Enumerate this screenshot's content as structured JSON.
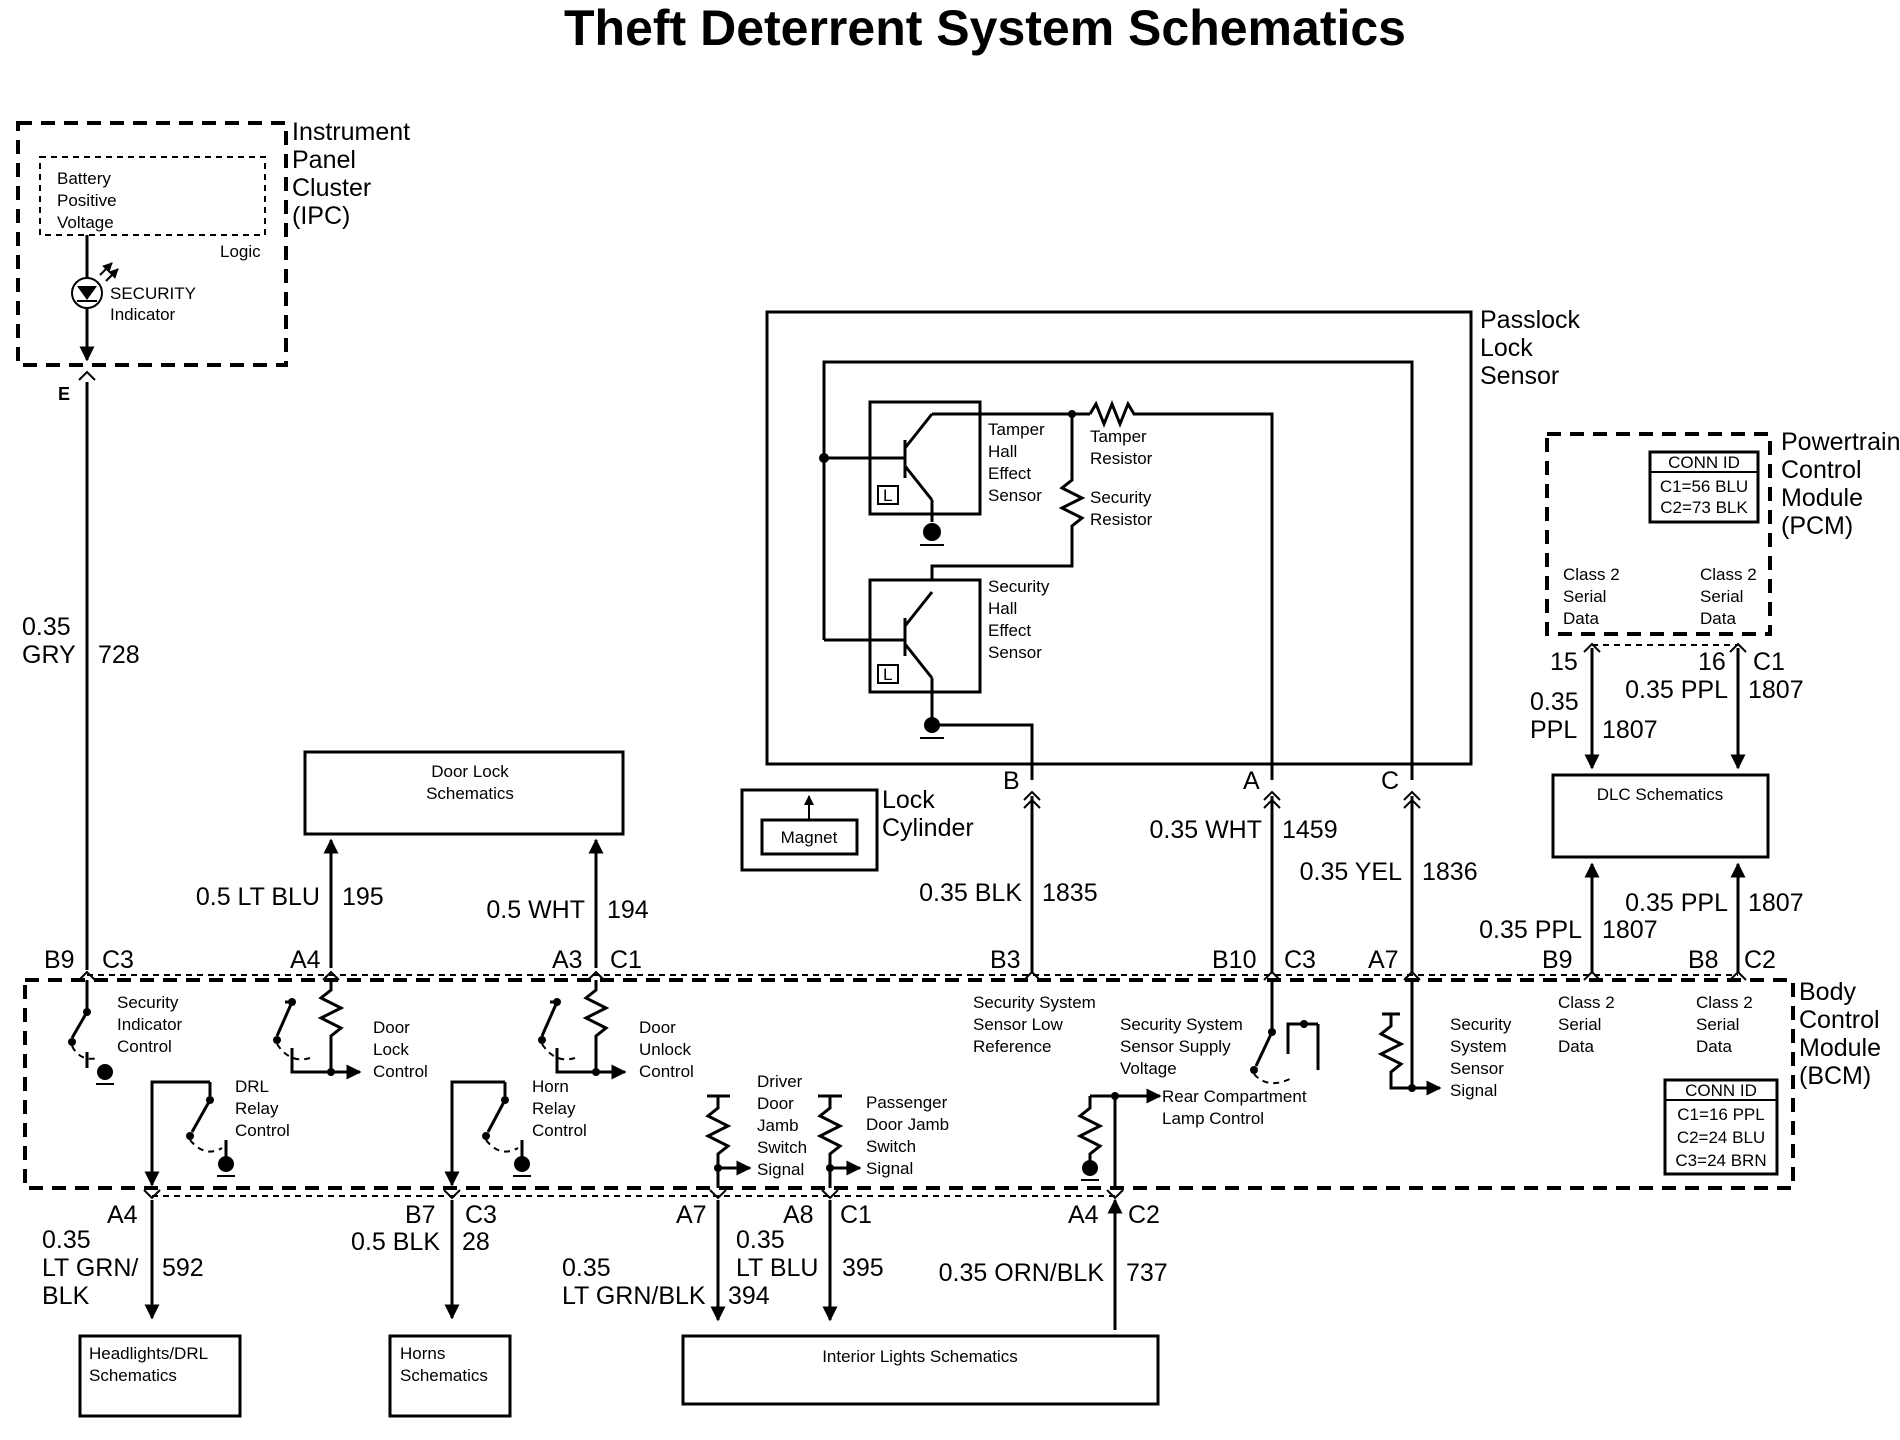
{
  "title": "Theft Deterrent System Schematics",
  "ipc": {
    "name_lines": [
      "Instrument",
      "Panel",
      "Cluster",
      "(IPC)"
    ],
    "battery_lines": [
      "Battery",
      "Positive",
      "Voltage"
    ],
    "logic": "Logic",
    "indicator_lines": [
      "SECURITY",
      "Indicator"
    ],
    "connector": "E"
  },
  "passlock": {
    "name_lines": [
      "Passlock",
      "Lock",
      "Sensor"
    ],
    "tamper_sensor_lines": [
      "Tamper",
      "Hall",
      "Effect",
      "Sensor"
    ],
    "security_sensor_lines": [
      "Security",
      "Hall",
      "Effect",
      "Sensor"
    ],
    "tamper_resistor_lines": [
      "Tamper",
      "Resistor"
    ],
    "security_resistor_lines": [
      "Security",
      "Resistor"
    ],
    "l_marker": "L",
    "pins": [
      "B",
      "A",
      "C"
    ]
  },
  "lock_cylinder": {
    "magnet": "Magnet",
    "name_lines": [
      "Lock",
      "Cylinder"
    ]
  },
  "pcm": {
    "name_lines": [
      "Powertrain",
      "Control",
      "Module",
      "(PCM)"
    ],
    "conn_id_title": "CONN ID",
    "conn_ids": [
      "C1=56 BLU",
      "C2=73 BLK"
    ],
    "serial_lines": [
      "Class 2",
      "Serial",
      "Data"
    ],
    "pins": [
      "15",
      "16",
      "C1"
    ]
  },
  "bcm": {
    "name_lines": [
      "Body",
      "Control",
      "Module",
      "(BCM)"
    ],
    "conn_id_title": "CONN ID",
    "conn_ids": [
      "C1=16 PPL",
      "C2=24 BLU",
      "C3=24 BRN"
    ],
    "functions": {
      "security_indicator": [
        "Security",
        "Indicator",
        "Control"
      ],
      "door_lock": [
        "Door",
        "Lock",
        "Control"
      ],
      "door_unlock": [
        "Door",
        "Unlock",
        "Control"
      ],
      "drl_relay": [
        "DRL",
        "Relay",
        "Control"
      ],
      "horn_relay": [
        "Horn",
        "Relay",
        "Control"
      ],
      "driver_door": [
        "Driver",
        "Door",
        "Jamb",
        "Switch",
        "Signal"
      ],
      "passenger_door": [
        "Passenger",
        "Door Jamb",
        "Switch",
        "Signal"
      ],
      "sensor_low": [
        "Security System",
        "Sensor Low",
        "Reference"
      ],
      "sensor_supply": [
        "Security System",
        "Sensor Supply",
        "Voltage"
      ],
      "rear_lamp": [
        "Rear Compartment",
        "Lamp Control"
      ],
      "sensor_signal": [
        "Security",
        "System",
        "Sensor",
        "Signal"
      ],
      "class2_a": [
        "Class 2",
        "Serial",
        "Data"
      ],
      "class2_b": [
        "Class 2",
        "Serial",
        "Data"
      ]
    },
    "top_pins": [
      "B9",
      "C3",
      "A4",
      "A3",
      "C1",
      "B3",
      "B10",
      "C3",
      "A7",
      "B9",
      "B8",
      "C2"
    ],
    "bottom_pins": [
      "A4",
      "B7",
      "C3",
      "A7",
      "A8",
      "C1",
      "A4",
      "C2"
    ]
  },
  "wires": {
    "gry": {
      "size": "0.35",
      "color": "GRY",
      "circuit": "728"
    },
    "lt_blu_195": {
      "label": "0.5 LT BLU",
      "circuit": "195"
    },
    "wht_194": {
      "label": "0.5 WHT",
      "circuit": "194"
    },
    "blk_1835": {
      "label": "0.35 BLK",
      "circuit": "1835"
    },
    "wht_1459": {
      "label": "0.35 WHT",
      "circuit": "1459"
    },
    "yel_1836": {
      "label": "0.35 YEL",
      "circuit": "1836"
    },
    "pcm_ppl_left": {
      "size": "0.35",
      "color": "PPL",
      "circuit": "1807"
    },
    "pcm_ppl_right": {
      "label": "0.35 PPL",
      "circuit": "1807"
    },
    "bcm_ppl_left": {
      "label": "0.35 PPL",
      "circuit": "1807"
    },
    "bcm_ppl_right": {
      "label": "0.35 PPL",
      "circuit": "1807"
    },
    "drl": {
      "size": "0.35",
      "color_lines": [
        "LT GRN/",
        "BLK"
      ],
      "circuit": "592"
    },
    "horn": {
      "label": "0.5 BLK",
      "circuit": "28"
    },
    "driver": {
      "size": "0.35",
      "color": "LT GRN/BLK",
      "circuit": "394"
    },
    "passenger": {
      "size": "0.35",
      "color": "LT BLU",
      "circuit": "395"
    },
    "rear": {
      "label": "0.35 ORN/BLK",
      "circuit": "737"
    }
  },
  "destinations": {
    "door_lock": [
      "Door Lock",
      "Schematics"
    ],
    "dlc": "DLC Schematics",
    "headlights": [
      "Headlights/DRL",
      "Schematics"
    ],
    "horns": [
      "Horns",
      "Schematics"
    ],
    "interior": "Interior Lights Schematics"
  }
}
